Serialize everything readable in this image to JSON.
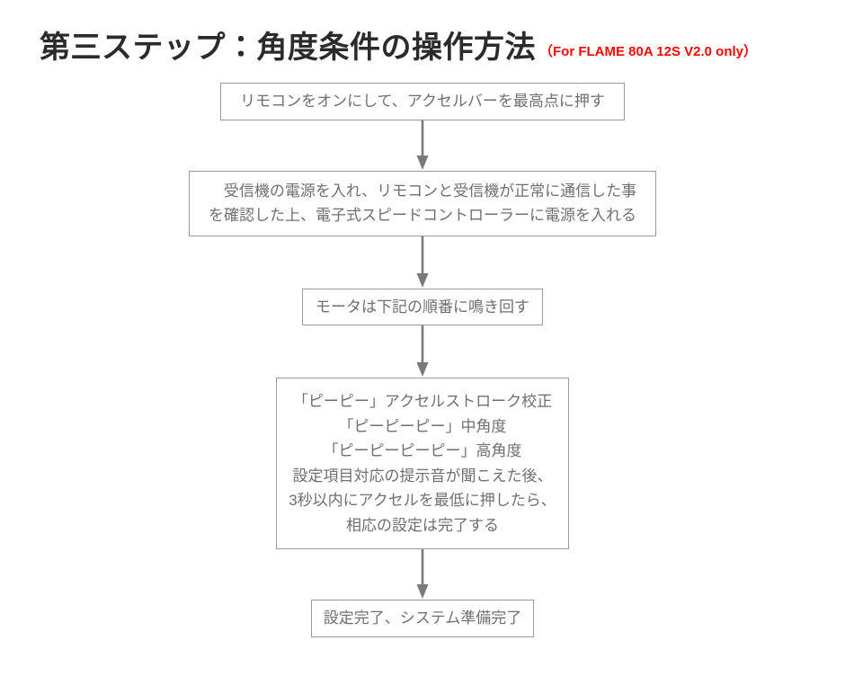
{
  "title": {
    "main": "第三ステップ：角度条件の操作方法",
    "note": "（For FLAME 80A 12S V2.0 only）",
    "note_color": "#ff0000"
  },
  "flowchart": {
    "type": "flowchart",
    "orientation": "vertical",
    "box_border_color": "#9a9a9a",
    "text_color": "#6f6f6f",
    "arrow_color": "#7a7a7a",
    "nodes": [
      {
        "id": "step-1",
        "text": "リモコンをオンにして、アクセルバーを最高点に押す"
      },
      {
        "id": "step-2",
        "text": "　受信機の電源を入れ、リモコンと受信機が正常に通信した事\nを確認した上、電子式スピードコントローラーに電源を入れる"
      },
      {
        "id": "step-3",
        "text": "モータは下記の順番に鳴き回す"
      },
      {
        "id": "step-4",
        "text": "「ピーピー」アクセルストローク校正\n「ピーピーピー」中角度\n「ピーピーピーピー」高角度\n設定項目対応の提示音が聞こえた後、\n3秒以内にアクセルを最低に押したら、\n相応の設定は完了する"
      },
      {
        "id": "step-5",
        "text": "設定完了、システム準備完了"
      }
    ],
    "arrows": [
      {
        "id": "arrow-1",
        "from": "step-1",
        "to": "step-2"
      },
      {
        "id": "arrow-2",
        "from": "step-2",
        "to": "step-3"
      },
      {
        "id": "arrow-3",
        "from": "step-3",
        "to": "step-4"
      },
      {
        "id": "arrow-4",
        "from": "step-4",
        "to": "step-5"
      }
    ]
  }
}
